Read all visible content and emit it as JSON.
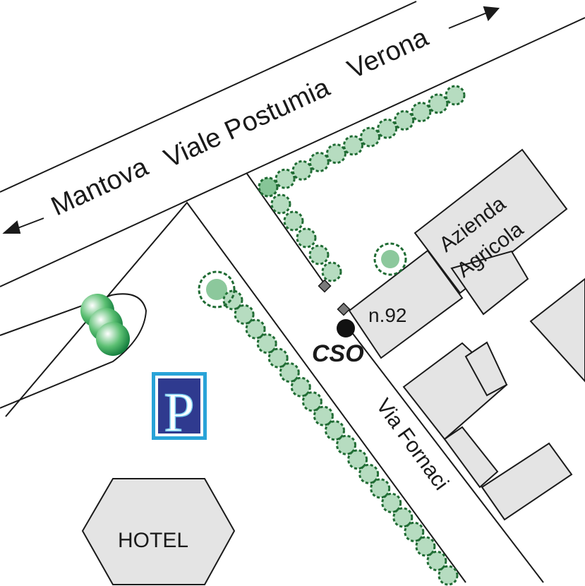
{
  "streets": {
    "main_road_mantova": "Mantova",
    "main_road_name": "Viale Postumia",
    "main_road_verona": "Verona",
    "side_street": "Via Fornaci"
  },
  "buildings": {
    "azienda_line1": "Azienda",
    "azienda_line2": "Agricola",
    "house_number": "n.92",
    "hotel": "HOTEL"
  },
  "markers": {
    "cso": "CSO",
    "parking": "P"
  },
  "colors": {
    "tree_green": "#2e9a4a",
    "tree_dark": "#1f6b33",
    "building_fill": "#e4e4e4",
    "parking_blue": "#2f3a8f",
    "parking_frame": "#29a3d8",
    "line": "#1a1a1a"
  }
}
